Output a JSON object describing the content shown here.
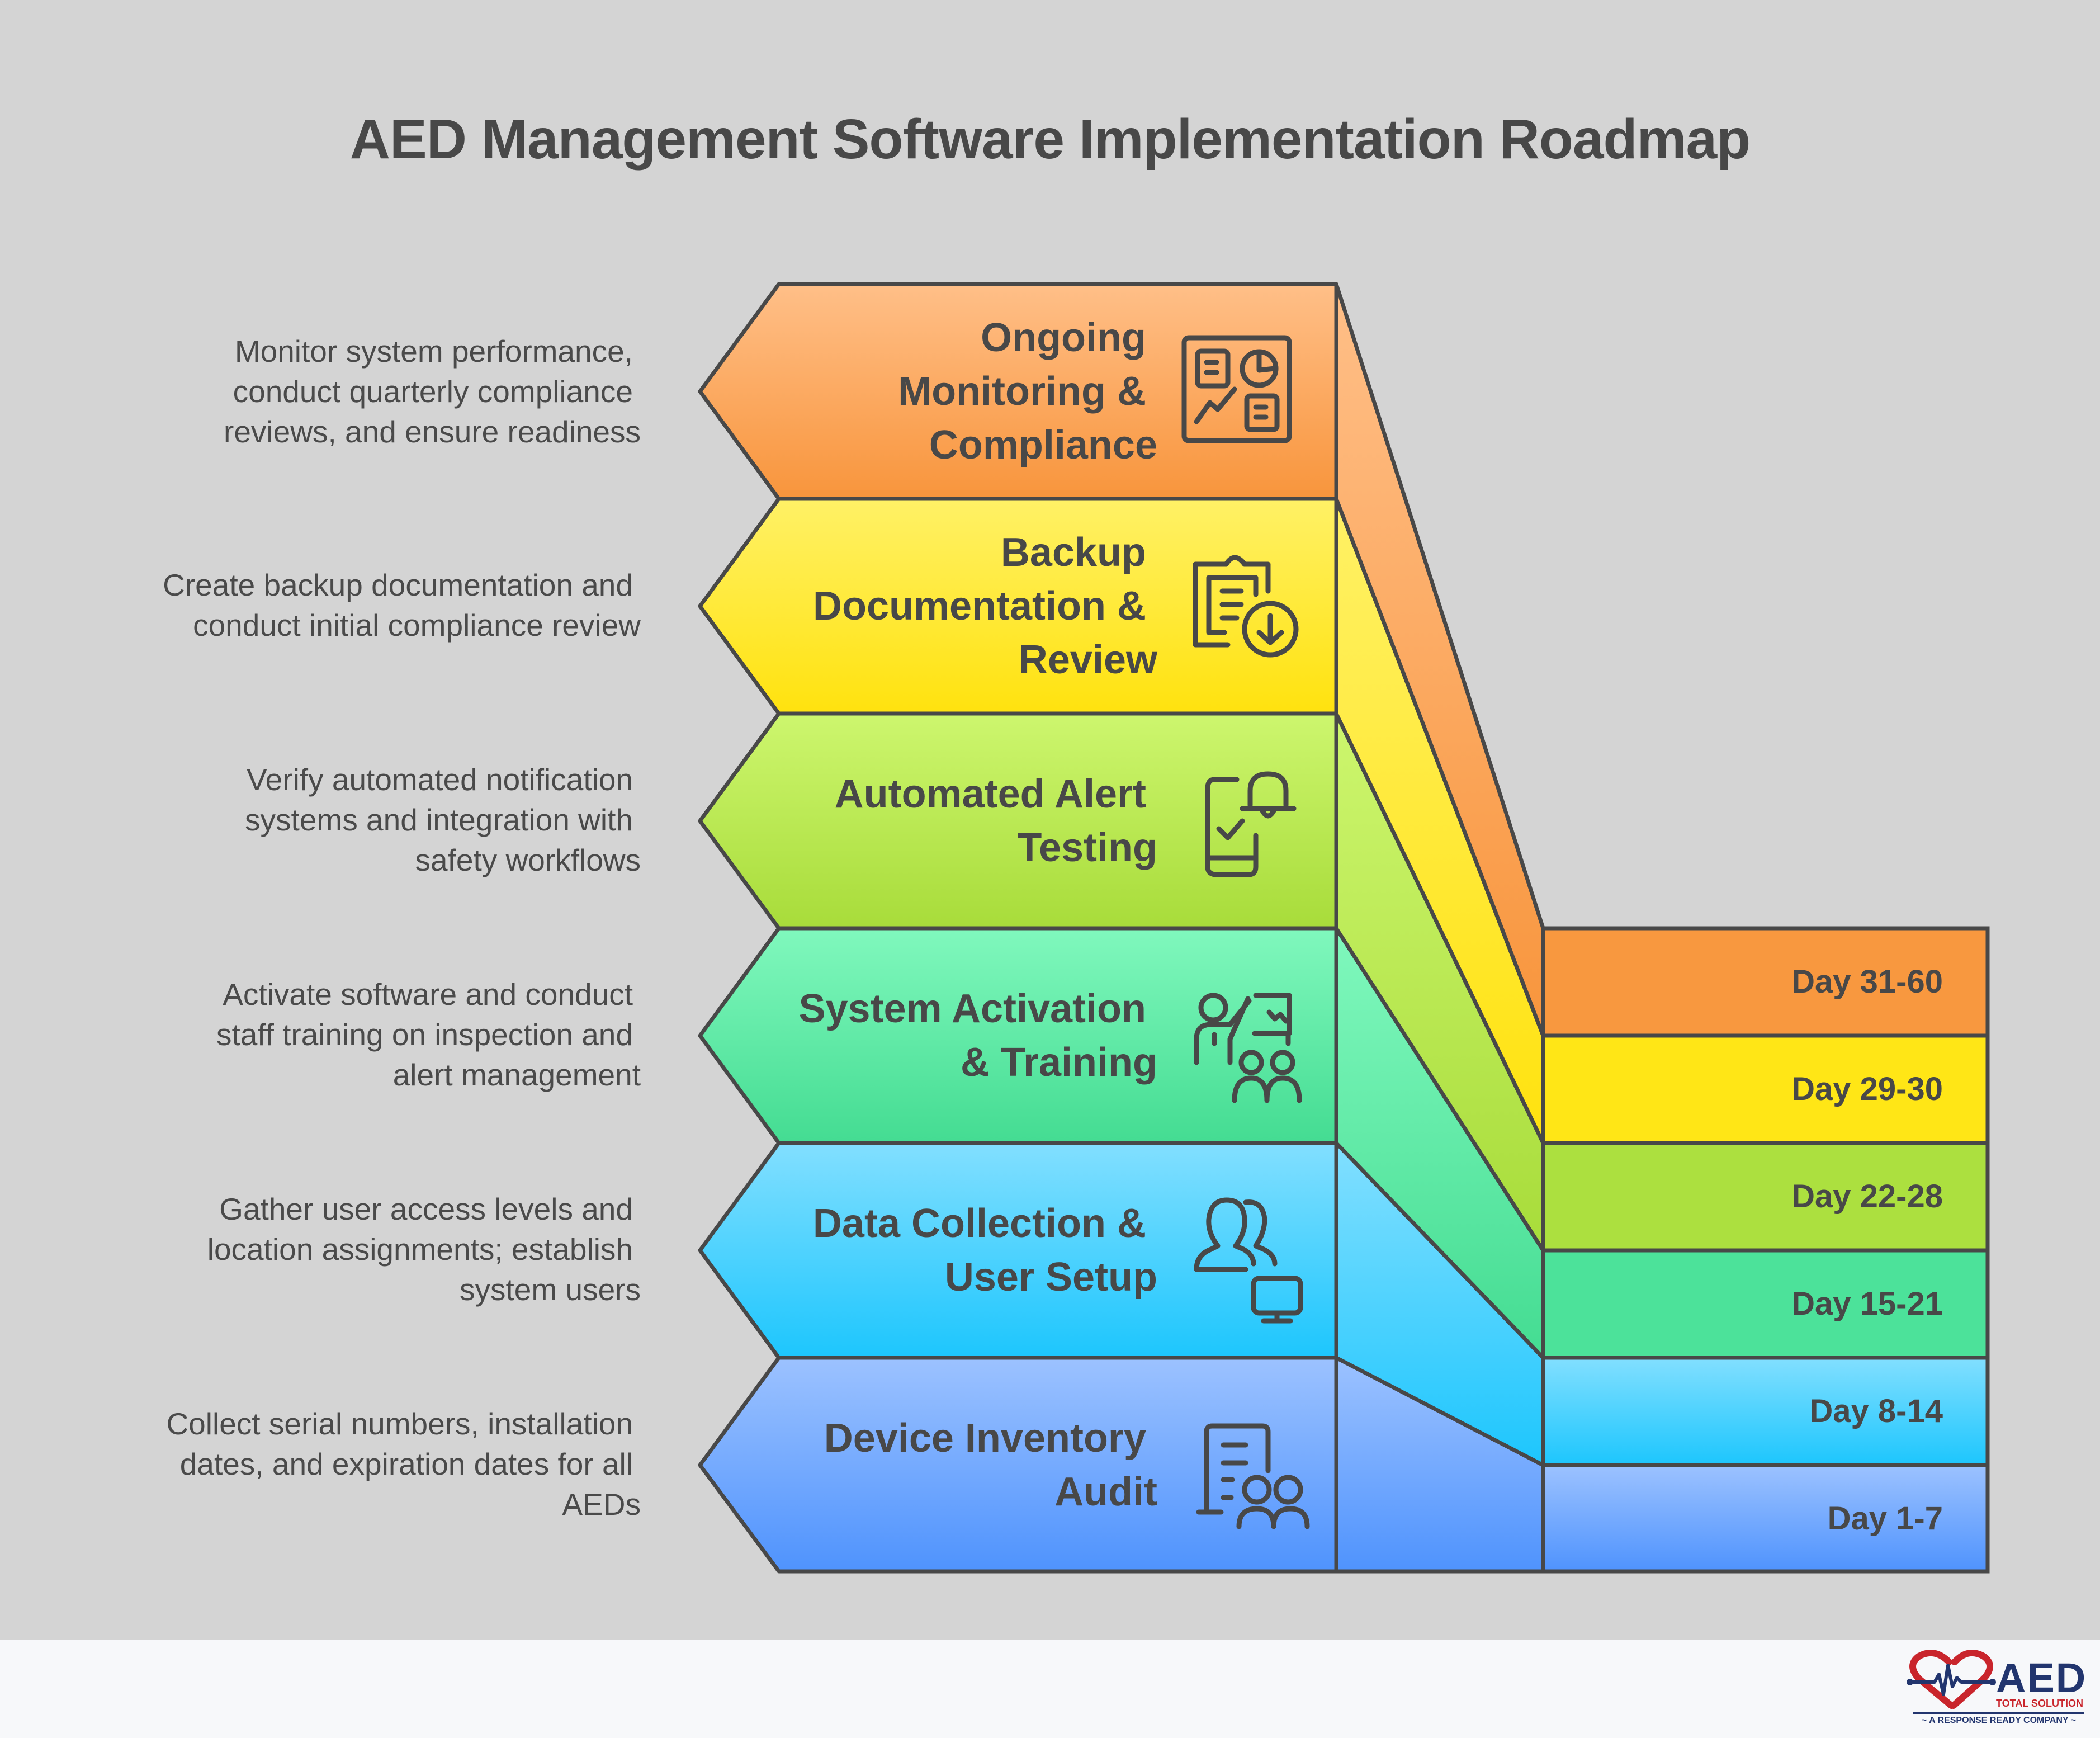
{
  "title": "AED Management Software Implementation Roadmap",
  "colors": {
    "background": "#d4d4d4",
    "footer": "#f7f8fa",
    "outline": "#484848",
    "text": "#484848"
  },
  "stages": [
    {
      "name": "Ongoing Monitoring & Compliance",
      "label_lines": [
        "Ongoing",
        "Monitoring &",
        "Compliance"
      ],
      "description_lines": [
        "Monitor system performance,",
        "conduct quarterly compliance",
        "reviews, and ensure readiness"
      ],
      "days": "Day 31-60",
      "icon": "dashboard-icon",
      "color_top": "#ffbf88",
      "color_bottom": "#f8953c"
    },
    {
      "name": "Backup Documentation & Review",
      "label_lines": [
        "Backup",
        "Documentation &",
        "Review"
      ],
      "description_lines": [
        "Create backup documentation and",
        "conduct initial compliance review"
      ],
      "days": "Day 29-30",
      "icon": "clipboard-download-icon",
      "color_top": "#fff166",
      "color_bottom": "#ffe20e"
    },
    {
      "name": "Automated Alert Testing",
      "label_lines": [
        "Automated Alert",
        "Testing"
      ],
      "description_lines": [
        "Verify automated notification",
        "systems and integration with",
        "safety workflows"
      ],
      "days": "Day 22-28",
      "icon": "phone-bell-check-icon",
      "color_top": "#cdf66e",
      "color_bottom": "#a8dc3a"
    },
    {
      "name": "System Activation & Training",
      "label_lines": [
        "System Activation",
        "& Training"
      ],
      "description_lines": [
        "Activate software and conduct",
        "staff training on inspection and",
        "alert management"
      ],
      "days": "Day 15-21",
      "icon": "presenter-training-icon",
      "color_top": "#80f8bd",
      "color_bottom": "#44dc92"
    },
    {
      "name": "Data Collection & User Setup",
      "label_lines": [
        "Data Collection &",
        "User Setup"
      ],
      "description_lines": [
        "Gather user access levels and",
        "location assignments; establish",
        "system users"
      ],
      "days": "Day 8-14",
      "icon": "users-monitor-icon",
      "color_top": "#82dfff",
      "color_bottom": "#1dc6fd"
    },
    {
      "name": "Device Inventory Audit",
      "label_lines": [
        "Device Inventory",
        "Audit"
      ],
      "description_lines": [
        "Collect serial numbers, installation",
        "dates, and expiration dates for all",
        "AEDs"
      ],
      "days": "Day 1-7",
      "icon": "document-users-icon",
      "color_top": "#9cc2ff",
      "color_bottom": "#4f93fd"
    }
  ],
  "logo": {
    "brand": "AED",
    "subtitle": "TOTAL SOLUTION",
    "tagline": "~ A RESPONSE READY COMPANY ~",
    "color_primary": "#22356e",
    "color_accent": "#c9252c"
  }
}
